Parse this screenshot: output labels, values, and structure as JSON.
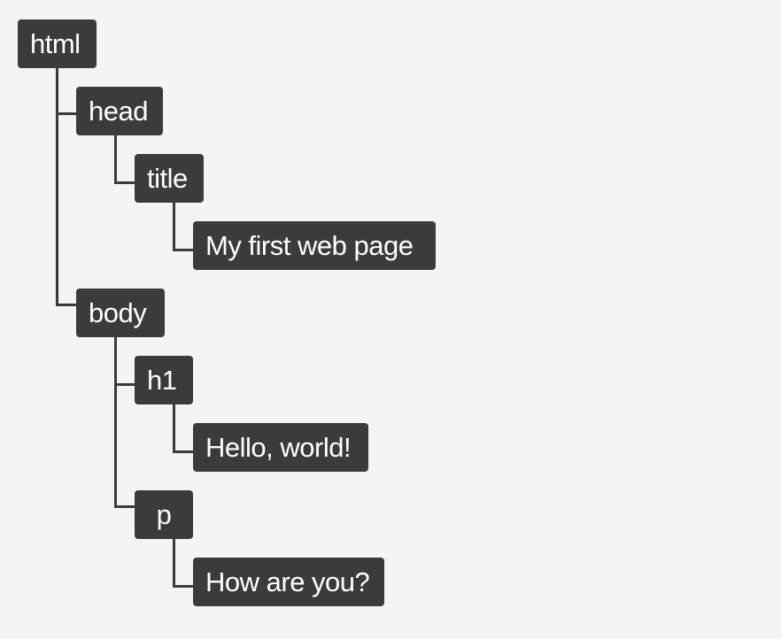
{
  "tree": {
    "nodes": {
      "html": "html",
      "head": "head",
      "title": "title",
      "title_text": "My first web page",
      "body": "body",
      "h1": "h1",
      "h1_text": "Hello, world!",
      "p": "p",
      "p_text": "How are you?"
    },
    "colors": {
      "background": "#f4f4f4",
      "node_fill": "#3b3b3b",
      "node_text": "#ffffff",
      "connector": "#3b3b3b"
    }
  }
}
